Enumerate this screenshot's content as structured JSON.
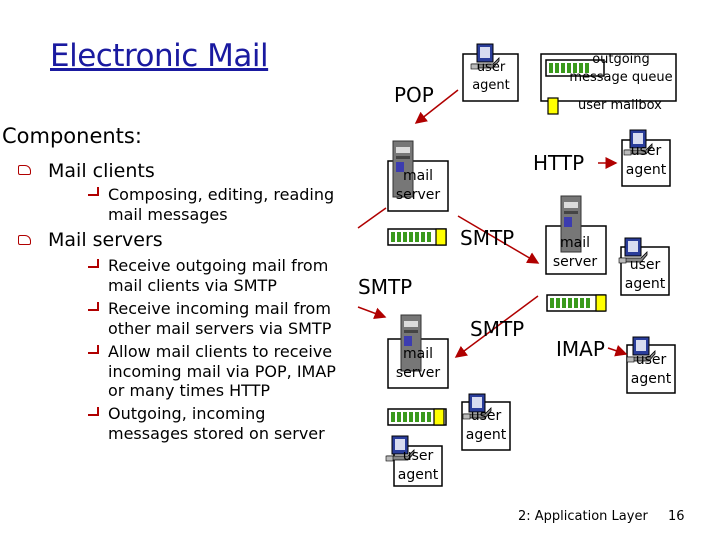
{
  "title": "Electronic Mail",
  "components_heading": "Components:",
  "bullets": {
    "mail_clients": "Mail clients",
    "mail_clients_sub": [
      "Composing, editing, reading",
      "mail messages"
    ],
    "mail_servers": "Mail servers",
    "mail_servers_sub": [
      [
        "Receive outgoing mail from",
        "mail clients via SMTP"
      ],
      [
        "Receive incoming mail from",
        "other mail servers via SMTP"
      ],
      [
        "Allow mail clients to receive",
        "incoming mail via POP, IMAP",
        "or many times HTTP"
      ],
      [
        "Outgoing, incoming",
        "messages stored on server"
      ]
    ]
  },
  "diagram": {
    "protocols": {
      "pop": "POP",
      "http": "HTTP",
      "smtp_top": "SMTP",
      "smtp_left": "SMTP",
      "smtp_bottom": "SMTP",
      "imap": "IMAP"
    },
    "legend": {
      "outgoing": [
        "outgoing",
        "message queue"
      ],
      "mailbox": "user mailbox"
    },
    "user_agent": [
      "user",
      "agent"
    ],
    "mail_server": [
      "mail",
      "server"
    ]
  },
  "footer": {
    "label": "2: Application Layer",
    "page": "16"
  },
  "colors": {
    "title": "#1a1aa0",
    "arrow": "#b00000",
    "queue": "#3a9a1c",
    "server": "#606060",
    "computer_head": "#2a3d9a"
  }
}
